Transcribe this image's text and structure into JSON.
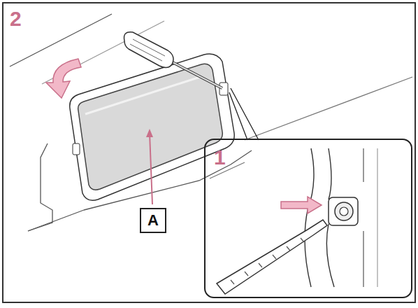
{
  "diagram": {
    "nodes": [
      {
        "text": [
          "2"
        ]
      },
      {
        "text": [
          "1"
        ],
        "in": 0
      },
      {
        "text": [
          "A"
        ],
        "in": 0
      }
    ]
  }
}
